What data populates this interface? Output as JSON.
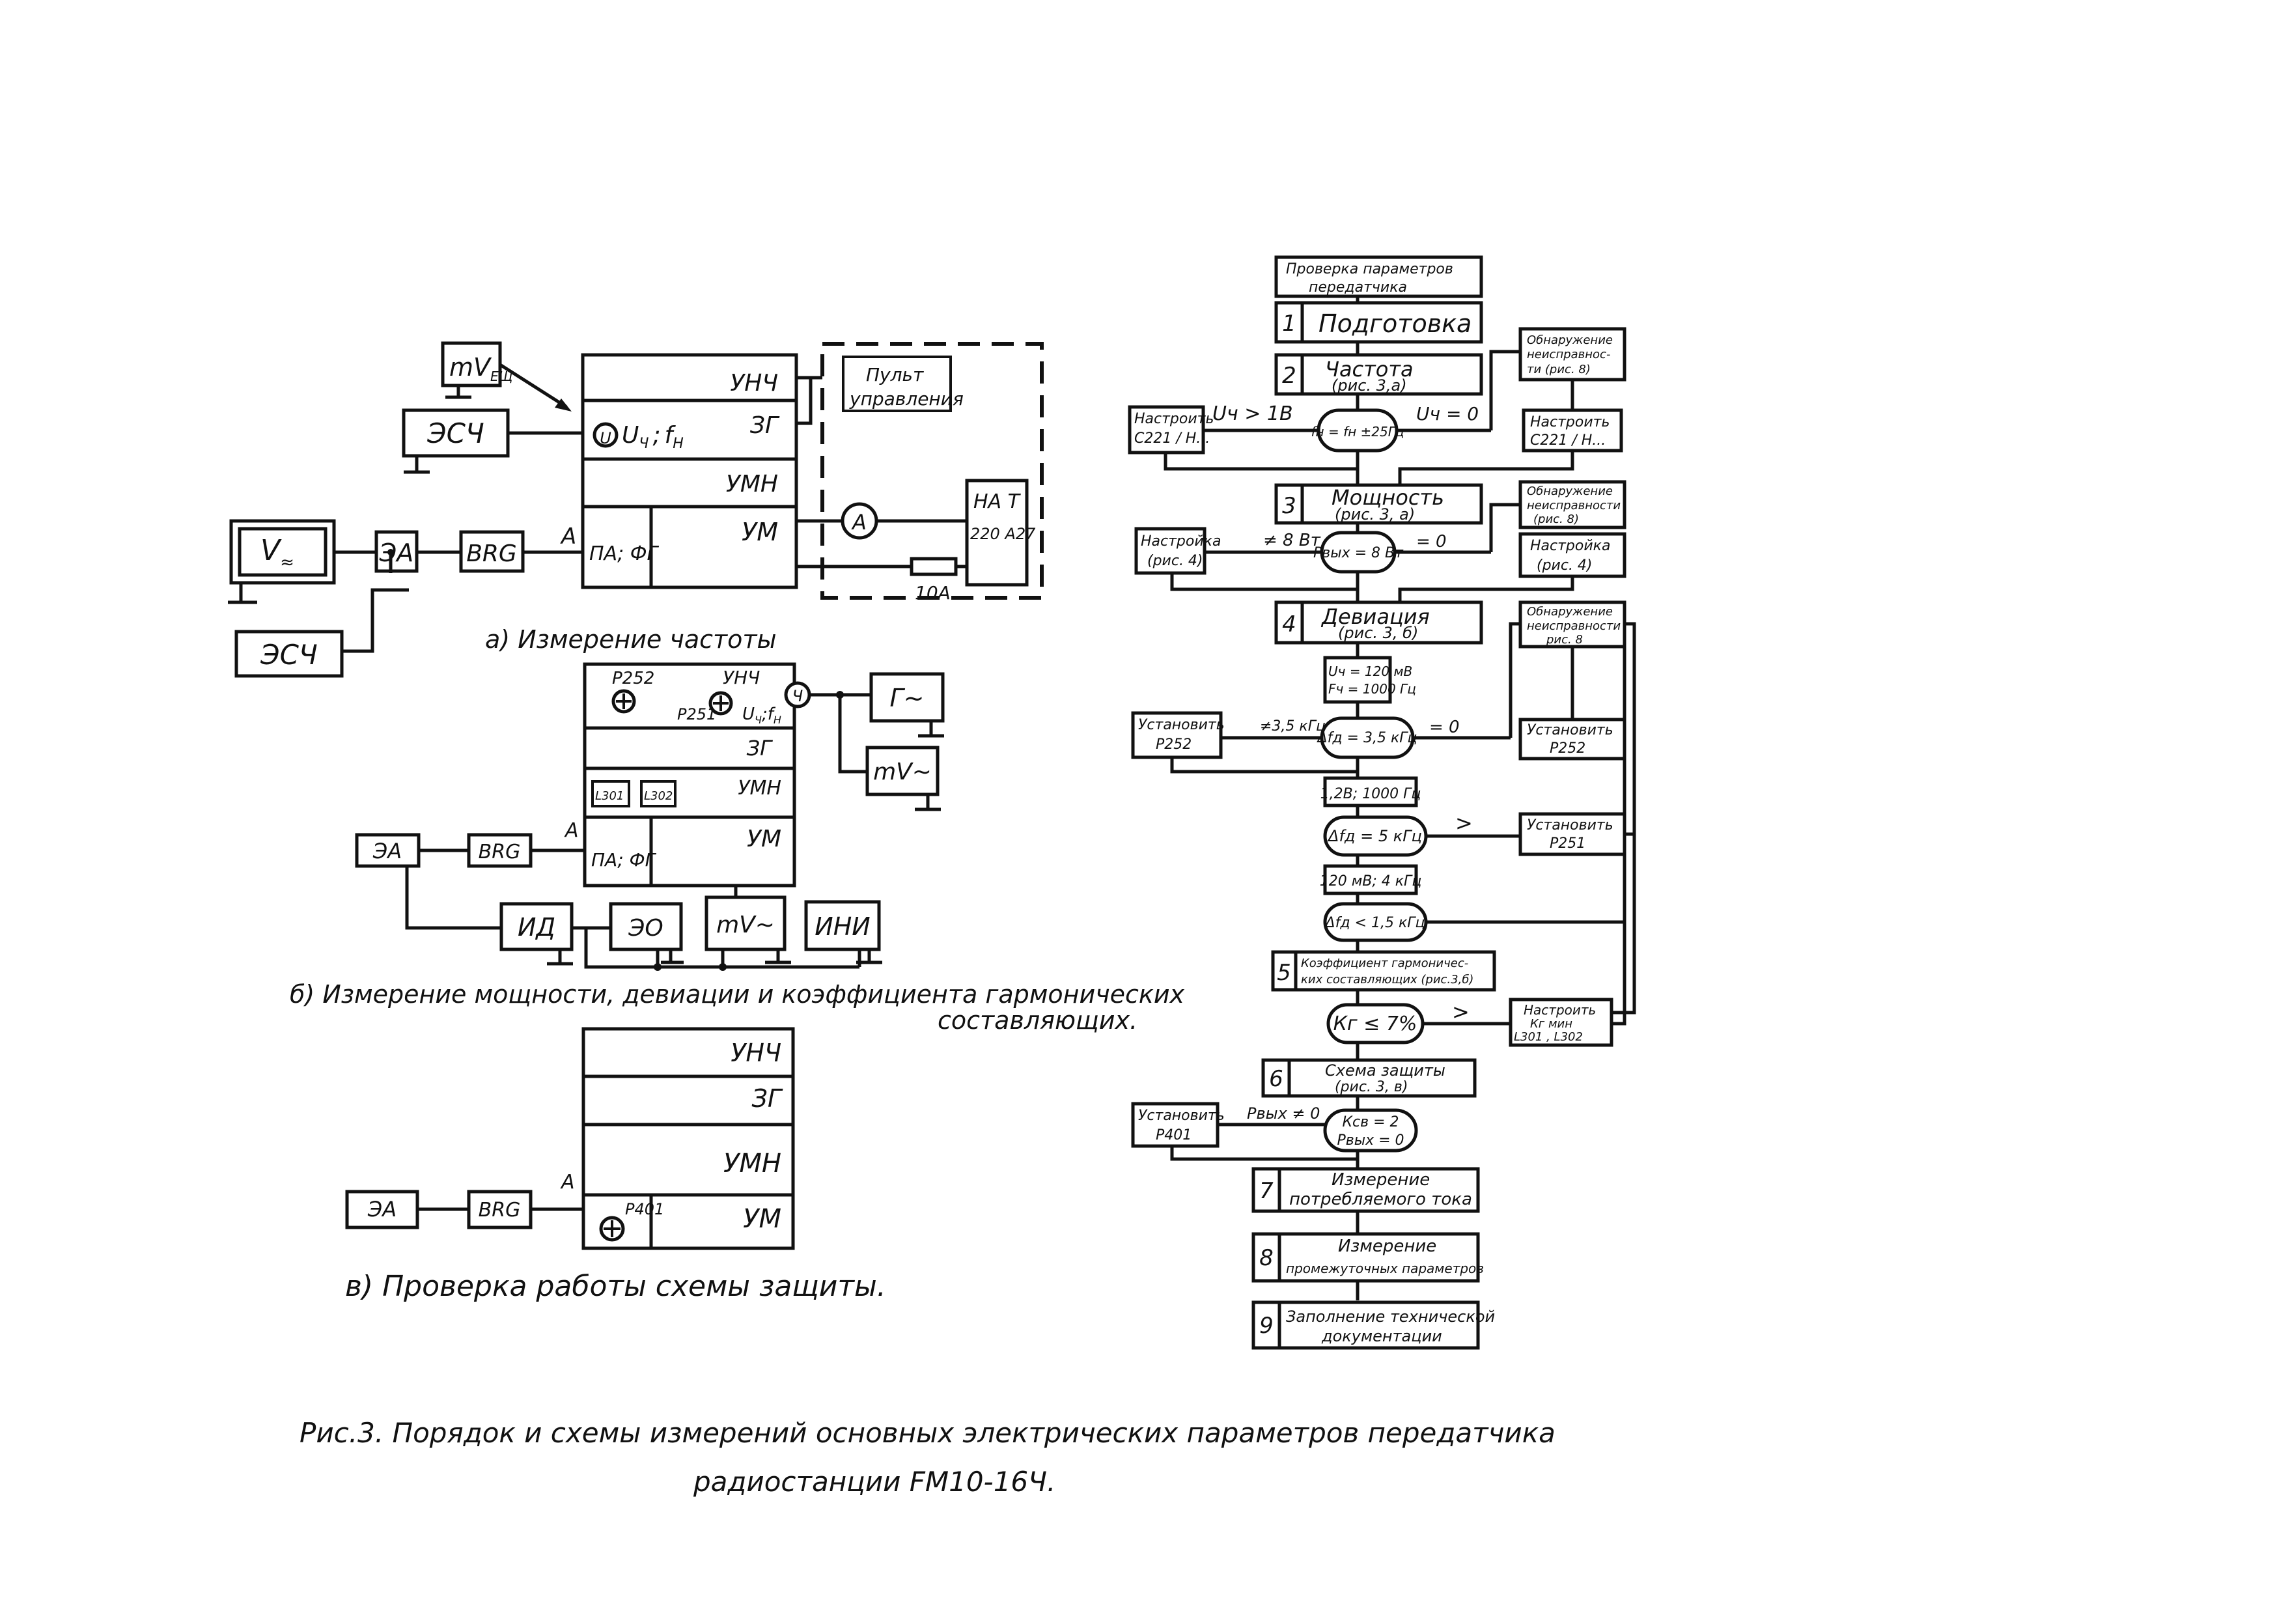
{
  "diagram_a": {
    "mv_top": "mV",
    "mv_top_sub": "ЕЩ",
    "esch1": "ЭСЧ",
    "vmeter": "V",
    "vmeter_sub": "≈",
    "ea": "ЭА",
    "brg": "BRG",
    "esch2": "ЭСЧ",
    "point_a": "А",
    "unch": "УНЧ",
    "zg": "ЗГ",
    "umn": "УМН",
    "um": "УМ",
    "circle_u": "U",
    "u_f": "U",
    "u_f_sub": "Ч",
    "f_label": "f",
    "f_sub": "Н",
    "pa_fg": "ПА; ФГ",
    "pult_1": "Пульт",
    "pult_2": "управления",
    "ammeter": "А",
    "nat_1": "НА Т",
    "nat_2": "220 А27",
    "resistor": "10А",
    "caption": "а) Измерение  частоты"
  },
  "diagram_b": {
    "p252": "Р252",
    "p251": "Р251",
    "unch": "УНЧ",
    "u_label": "U",
    "u_sub": "Ч",
    "f_label": "f",
    "f_sub": "Н",
    "zg": "ЗГ",
    "l301": "L301",
    "l302": "L302",
    "umn": "УМН",
    "um": "УМ",
    "pa_fg": "ПА; ФГ",
    "ea": "ЭА",
    "brg": "BRG",
    "point_a": "А",
    "gen": "Г~",
    "mv": "mV~",
    "id": "ИД",
    "eo": "ЭО",
    "mv2": "mV~",
    "ini": "ИНИ",
    "caption_1": "б) Измерение мощности, девиации и коэффициента гармонических",
    "caption_2": "составляющих."
  },
  "diagram_v": {
    "unch": "УНЧ",
    "zg": "ЗГ",
    "umn": "УМН",
    "um": "УМ",
    "p401": "Р401",
    "ea": "ЭА",
    "brg": "BRG",
    "point_a": "А",
    "caption": "в) Проверка работы схемы защиты."
  },
  "flowchart": {
    "start_1": "Проверка параметров",
    "start_2": "передатчика",
    "s1_num": "1",
    "s1": "Подготовка",
    "s2_num": "2",
    "s2_1": "Частота",
    "s2_2": "(рис. 3,а)",
    "det1_1": "Обнаружение",
    "det1_2": "неисправнос-",
    "det1_3": "ти   (рис. 8)",
    "tune_c221_l_1": "Настроить",
    "tune_c221_l_2": "С221 / Н...",
    "u_gt": "Uч > 1В",
    "dec_freq": "fн = fн ±25Гц",
    "u_eq0": "Uч = 0",
    "tune_c221_r_1": "Настроить",
    "tune_c221_r_2": "С221 / Н...",
    "s3_num": "3",
    "s3_1": "Мощность",
    "s3_2": "(рис. 3, а)",
    "det2_1": "Обнаружение",
    "det2_2": "неисправности",
    "det2_3": "(рис. 8)",
    "tune4_l_1": "Настройка",
    "tune4_l_2": "(рис. 4)",
    "ne_8w": "≠ 8 Вт",
    "dec_power": "Рвых = 8 Вт",
    "eq0_a": "= 0",
    "tune4_r_1": "Настройка",
    "tune4_r_2": "(рис. 4)",
    "s4_num": "4",
    "s4_1": "Девиация",
    "s4_2": "(рис. 3, б)",
    "det3_1": "Обнаружение",
    "det3_2": "неисправности",
    "det3_3": "рис. 8",
    "cond1_1": "Uч = 120 мВ",
    "cond1_2": "Fч = 1000 Гц",
    "set_p252_l_1": "Установить",
    "set_p252_l_2": "Р252",
    "ne_35": "≠3,5 кГц",
    "dec_dev1": "Δfд = 3,5 кГц",
    "eq0_b": "= 0",
    "set_p252_r_1": "Установить",
    "set_p252_r_2": "Р252",
    "cond2": "1,2В; 1000 Гц",
    "dec_dev2": "Δfд = 5 кГц",
    "gt_1": ">",
    "set_p251_1": "Установить",
    "set_p251_2": "Р251",
    "cond3": "120 мВ; 4 кГц",
    "dec_dev3": "Δfд < 1,5 кГц",
    "s5_num": "5",
    "s5_1": "Коэффициент гармоничес-",
    "s5_2": "ких составляющих (рис.3,б)",
    "dec_kg": "Кг ≤ 7%",
    "gt_2": ">",
    "tune_kg_1": "Настроить",
    "tune_kg_2": "Кг мин",
    "tune_kg_3": "L301 , L302",
    "s6_num": "6",
    "s6_1": "Схема  защиты",
    "s6_2": "(рис. 3, в)",
    "set_p401_1": "Установить",
    "set_p401_2": "Р401",
    "p_ne0": "Рвых ≠ 0",
    "dec_prot_1": "Ксв = 2",
    "dec_prot_2": "Рвых = 0",
    "s7_num": "7",
    "s7_1": "Измерение",
    "s7_2": "потребляемого тока",
    "s8_num": "8",
    "s8_1": "Измерение",
    "s8_2": "промежуточных параметров",
    "s9_num": "9",
    "s9_1": "Заполнение технической",
    "s9_2": "документации"
  },
  "caption": {
    "line1": "Рис.3.  Порядок и  схемы  измерений  основных  электрических  параметров  передатчика",
    "line2": "радиостанции  FM10-16Ч."
  }
}
